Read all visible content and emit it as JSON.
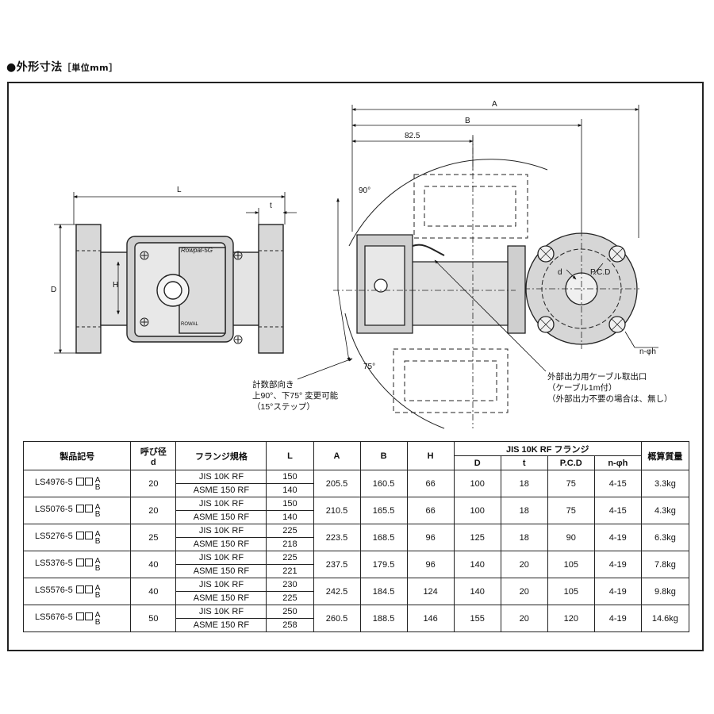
{
  "header": {
    "title": "●外形寸法",
    "unit": "［単位mm］"
  },
  "drawing": {
    "labels": {
      "L": "L",
      "t": "t",
      "D": "D",
      "H": "H",
      "A": "A",
      "B": "B",
      "dim_82_5": "82.5",
      "angle_90": "90°",
      "angle_75": "75°",
      "d": "d",
      "pcd": "P.C.D",
      "n_phi_h": "n-φh",
      "brand1": "Rowpal-5G",
      "brand2": "ROWAL"
    },
    "note_left": [
      "計数部向き",
      "上90°、下75° 変更可能",
      "（15°ステップ）"
    ],
    "note_right": [
      "外部出力用ケーブル取出口",
      "（ケーブル1m付）",
      "（外部出力不要の場合は、無し）"
    ]
  },
  "table": {
    "headers": {
      "model": "製品記号",
      "bore_top": "呼び径",
      "bore_bottom": "d",
      "flange": "フランジ規格",
      "L": "L",
      "A": "A",
      "B": "B",
      "H": "H",
      "jis": "JIS 10K RF フランジ",
      "D": "D",
      "t": "t",
      "pcd": "P.C.D",
      "nh": "n-φh",
      "mass": "概算質量"
    },
    "std_a": "A",
    "std_b": "B",
    "rows": [
      {
        "model": "LS4976-5",
        "d": "20",
        "f1": "JIS 10K RF",
        "f2": "ASME 150 RF",
        "L1": "150",
        "L2": "140",
        "A": "205.5",
        "B": "160.5",
        "H": "66",
        "D": "100",
        "t": "18",
        "pcd": "75",
        "nh": "4-15",
        "mass": "3.3kg"
      },
      {
        "model": "LS5076-5",
        "d": "20",
        "f1": "JIS 10K RF",
        "f2": "ASME 150 RF",
        "L1": "150",
        "L2": "140",
        "A": "210.5",
        "B": "165.5",
        "H": "66",
        "D": "100",
        "t": "18",
        "pcd": "75",
        "nh": "4-15",
        "mass": "4.3kg"
      },
      {
        "model": "LS5276-5",
        "d": "25",
        "f1": "JIS 10K RF",
        "f2": "ASME 150 RF",
        "L1": "225",
        "L2": "218",
        "A": "223.5",
        "B": "168.5",
        "H": "96",
        "D": "125",
        "t": "18",
        "pcd": "90",
        "nh": "4-19",
        "mass": "6.3kg"
      },
      {
        "model": "LS5376-5",
        "d": "40",
        "f1": "JIS 10K RF",
        "f2": "ASME 150 RF",
        "L1": "225",
        "L2": "221",
        "A": "237.5",
        "B": "179.5",
        "H": "96",
        "D": "140",
        "t": "20",
        "pcd": "105",
        "nh": "4-19",
        "mass": "7.8kg"
      },
      {
        "model": "LS5576-5",
        "d": "40",
        "f1": "JIS 10K RF",
        "f2": "ASME 150 RF",
        "L1": "230",
        "L2": "225",
        "A": "242.5",
        "B": "184.5",
        "H": "124",
        "D": "140",
        "t": "20",
        "pcd": "105",
        "nh": "4-19",
        "mass": "9.8kg"
      },
      {
        "model": "LS5676-5",
        "d": "50",
        "f1": "JIS 10K RF",
        "f2": "ASME 150 RF",
        "L1": "250",
        "L2": "258",
        "A": "260.5",
        "B": "188.5",
        "H": "146",
        "D": "155",
        "t": "20",
        "pcd": "120",
        "nh": "4-19",
        "mass": "14.6kg"
      }
    ]
  }
}
